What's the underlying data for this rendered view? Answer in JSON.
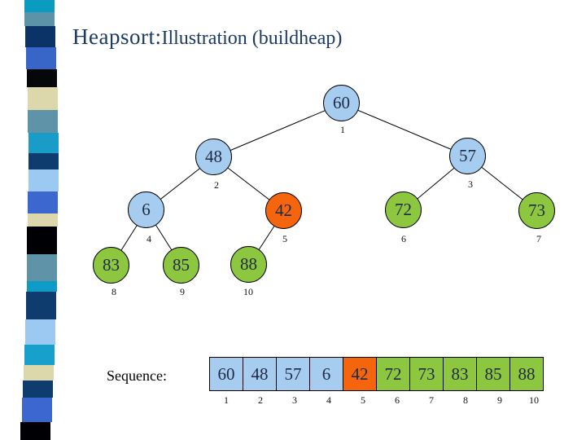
{
  "slide": {
    "title_primary": "Heapsort:",
    "title_secondary": "Illustration (buildheap)"
  },
  "colors": {
    "node_blue": "#A6CCF0",
    "node_orange": "#F4650D",
    "node_green": "#8DC63F",
    "title_text": "#1B3A63",
    "edge_stroke": "#000000"
  },
  "tree": {
    "nodes": [
      {
        "value": "60",
        "index": "1",
        "color": "#A6CCF0"
      },
      {
        "value": "48",
        "index": "2",
        "color": "#A6CCF0"
      },
      {
        "value": "57",
        "index": "3",
        "color": "#A6CCF0"
      },
      {
        "value": "6",
        "index": "4",
        "color": "#A6CCF0"
      },
      {
        "value": "42",
        "index": "5",
        "color": "#F4650D"
      },
      {
        "value": "72",
        "index": "6",
        "color": "#8DC63F"
      },
      {
        "value": "73",
        "index": "7",
        "color": "#8DC63F"
      },
      {
        "value": "83",
        "index": "8",
        "color": "#8DC63F"
      },
      {
        "value": "85",
        "index": "9",
        "color": "#8DC63F"
      },
      {
        "value": "88",
        "index": "10",
        "color": "#8DC63F"
      }
    ]
  },
  "sequence": {
    "label": "Sequence:",
    "cells": [
      {
        "value": "60",
        "index": "1",
        "color": "#A6CCF0"
      },
      {
        "value": "48",
        "index": "2",
        "color": "#A6CCF0"
      },
      {
        "value": "57",
        "index": "3",
        "color": "#A6CCF0"
      },
      {
        "value": "6",
        "index": "4",
        "color": "#A6CCF0"
      },
      {
        "value": "42",
        "index": "5",
        "color": "#F4650D"
      },
      {
        "value": "72",
        "index": "6",
        "color": "#8DC63F"
      },
      {
        "value": "73",
        "index": "7",
        "color": "#8DC63F"
      },
      {
        "value": "83",
        "index": "8",
        "color": "#8DC63F"
      },
      {
        "value": "85",
        "index": "9",
        "color": "#8DC63F"
      },
      {
        "value": "88",
        "index": "10",
        "color": "#8DC63F"
      }
    ]
  },
  "decor": {
    "strip_colors": [
      "#0A9BC0",
      "#5D93A8",
      "#0C3367",
      "#3865C8",
      "#06070B",
      "#DCD8AC",
      "#5E93A8",
      "#199CC8",
      "#0E3C6E",
      "#9CC9F2",
      "#3B67CE",
      "#DCD8AC",
      "#000004",
      "#5E93A8",
      "#0E9BC8",
      "#0E3C6E",
      "#9CC9F2",
      "#17A0CC",
      "#DCD8AC",
      "#0E3C6E",
      "#3B67CE",
      "#000004"
    ]
  }
}
